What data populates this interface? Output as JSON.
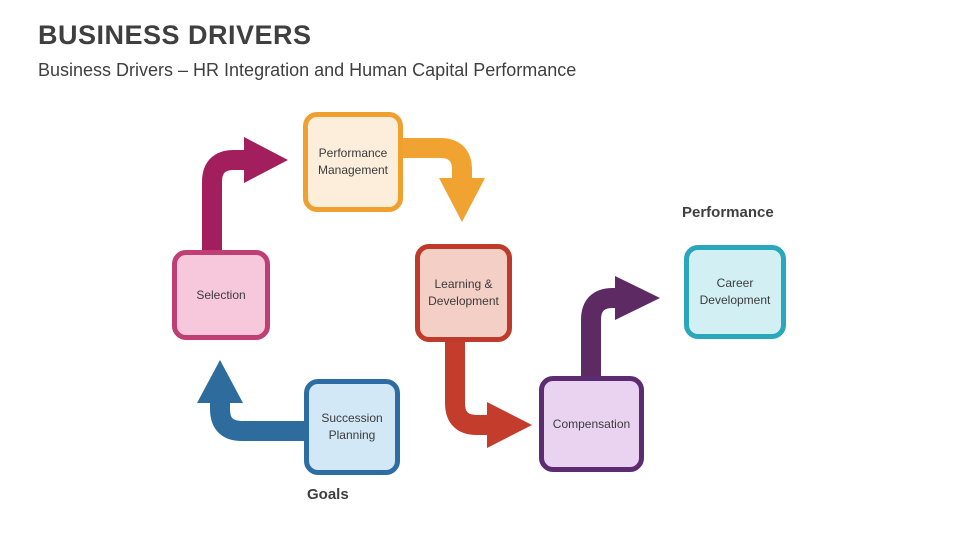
{
  "page": {
    "title": "BUSINESS DRIVERS",
    "subtitle": "Business Drivers – HR Integration and Human Capital Performance"
  },
  "diagram": {
    "labels": {
      "performance": "Performance",
      "goals": "Goals"
    },
    "nodes": [
      {
        "id": "performance-management",
        "label": "Performance Management",
        "fill": "#FCEEDB",
        "border": "#EFA02F"
      },
      {
        "id": "selection",
        "label": "Selection",
        "fill": "#F7C7DC",
        "border": "#C13E75"
      },
      {
        "id": "learning-development",
        "label": "Learning & Development",
        "fill": "#F4CFC6",
        "border": "#BE3B2C"
      },
      {
        "id": "succession-planning",
        "label": "Succession Planning",
        "fill": "#D2E8F6",
        "border": "#2E6DA4"
      },
      {
        "id": "compensation",
        "label": "Compensation",
        "fill": "#EAD2F1",
        "border": "#5B2C6F"
      },
      {
        "id": "career-development",
        "label": "Career Development",
        "fill": "#D2F0F4",
        "border": "#2AA7BB"
      }
    ],
    "arrows": [
      {
        "id": "selection-to-performance",
        "color": "#A21E5C"
      },
      {
        "id": "performance-to-learning",
        "color": "#F0A330"
      },
      {
        "id": "learning-to-compensation",
        "color": "#C43C2B"
      },
      {
        "id": "succession-to-selection",
        "color": "#2F6C9E"
      },
      {
        "id": "compensation-to-career",
        "color": "#5D2A63"
      }
    ]
  }
}
